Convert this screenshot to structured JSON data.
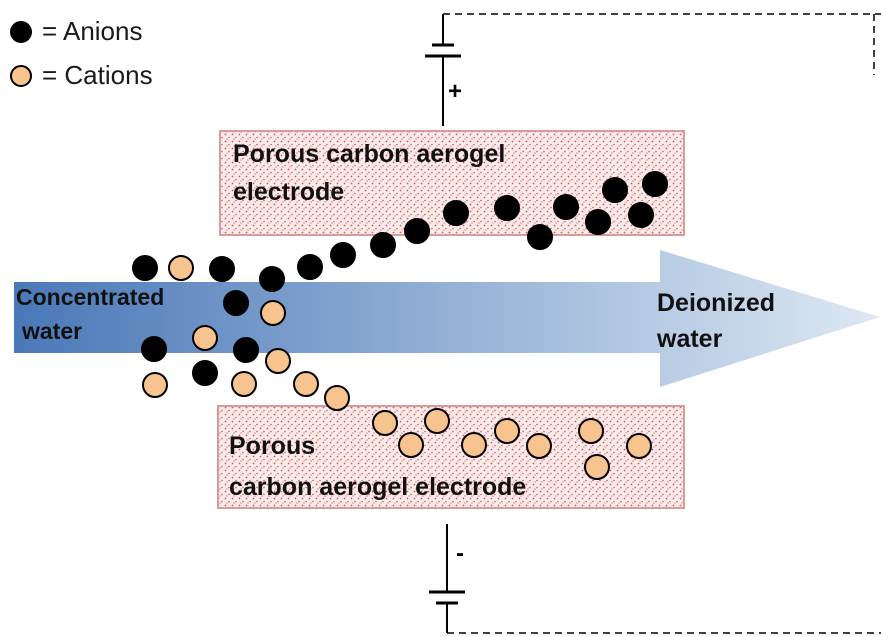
{
  "colors": {
    "anion": "#000000",
    "cation": "#f7c38f",
    "electrode_fill": "#fbeaea",
    "electrode_border": "#d99a9a",
    "stipple": "#cc5c5c",
    "arrow_dark": "#4a78b8",
    "arrow_light": "#dde8f3"
  },
  "legend": {
    "anions": "= Anions",
    "cations": "= Cations"
  },
  "electrodes": {
    "top_label_line1": "Porous carbon aerogel",
    "top_label_line2": "electrode",
    "bottom_label_line1": "Porous",
    "bottom_label_line2": "carbon aerogel electrode"
  },
  "flow": {
    "inlet_line1": "Concentrated",
    "inlet_line2": "water",
    "outlet_line1": "Deionized",
    "outlet_line2": "water"
  },
  "terminals": {
    "positive": "+",
    "negative": "-"
  }
}
